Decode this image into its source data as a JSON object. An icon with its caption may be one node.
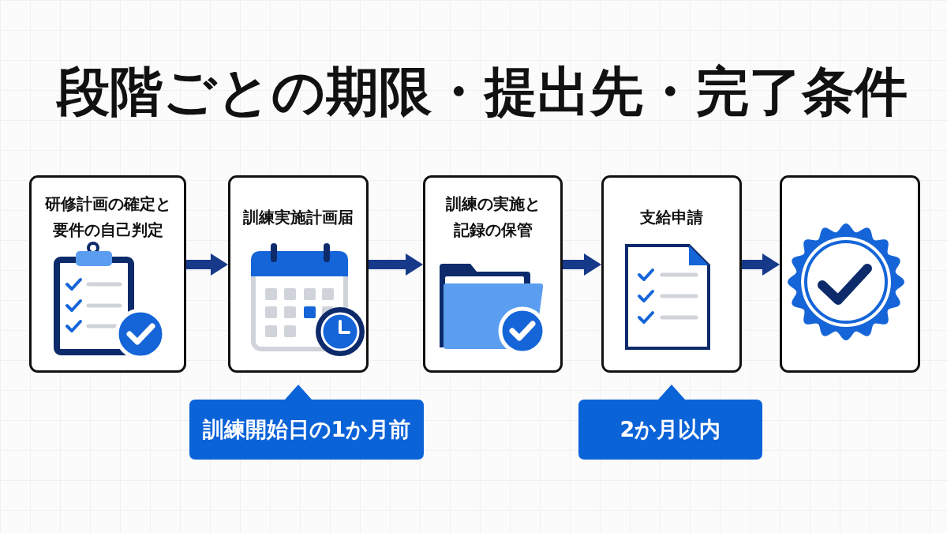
{
  "diagram": {
    "title": "段階ごとの期限・提出先・完了条件",
    "nodes": [
      {
        "text": [
          "研修計画の確定と要件の自己判定"
        ]
      },
      {
        "text": [
          "訓練実施計画届"
        ],
        "beside": [
          "訓練開始日の1か月前"
        ]
      },
      {
        "text": [
          "訓練の実施と記録の保管"
        ]
      },
      {
        "text": [
          "支給申請"
        ],
        "beside": [
          "2か月以内"
        ]
      },
      {
        "text": [],
        "shape": "box"
      }
    ],
    "edges": [
      {
        "from": 0,
        "to": 1,
        "arrow": "to"
      },
      {
        "from": 1,
        "to": 2,
        "arrow": "to"
      },
      {
        "from": 2,
        "to": 3,
        "arrow": "to"
      },
      {
        "from": 3,
        "to": 4,
        "arrow": "to"
      }
    ]
  }
}
